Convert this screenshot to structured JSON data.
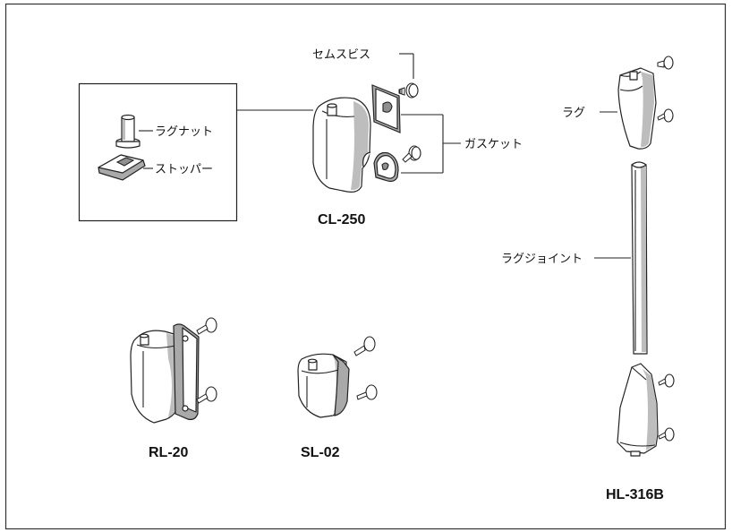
{
  "labels": {
    "semusubisu": "セムスビス",
    "gasket": "ガスケット",
    "lug_nut": "ラグナット",
    "stopper": "ストッパー",
    "lug": "ラグ",
    "lug_joint": "ラグジョイント"
  },
  "models": {
    "cl250": "CL-250",
    "rl20": "RL-20",
    "sl02": "SL-02",
    "hl316b": "HL-316B"
  },
  "icons": [
    "lug-nut-icon",
    "stopper-icon",
    "cl250-lug-icon",
    "gasket-icon",
    "screw-icon",
    "rl20-lug-icon",
    "sl02-lug-icon",
    "hl316b-lug-icon",
    "lug-joint-icon"
  ]
}
